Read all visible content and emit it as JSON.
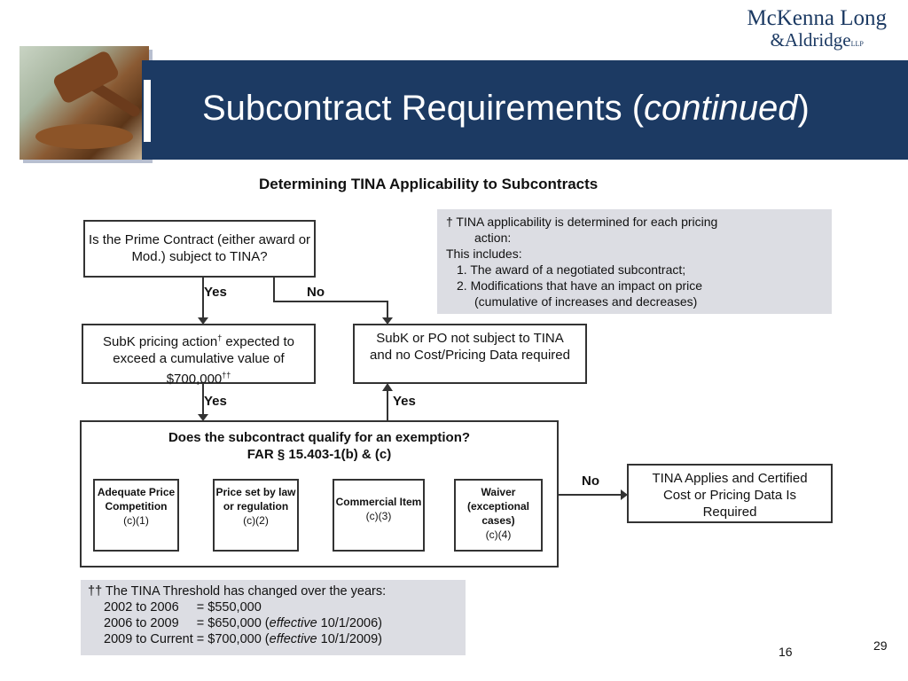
{
  "header": {
    "title_main": "Subcontract Requirements",
    "title_italic": "continued",
    "logo_line1": "McKenna Long",
    "logo_line2": "&Aldridge",
    "logo_llp": "LLP"
  },
  "diagram": {
    "title": "Determining TINA Applicability to Subcontracts",
    "prime_question": "Is the Prime Contract (either award or Mod.) subject to TINA?",
    "subk_pricing": {
      "text1": "SubK pricing action",
      "sup1": "†",
      "text2": " expected to exceed a cumulative value of $700,000",
      "sup2": "††"
    },
    "not_subject": "SubK or PO not subject to TINA and no Cost/Pricing Data required",
    "exemption_question_line1": "Does the subcontract qualify for an exemption?",
    "exemption_question_line2": "FAR § 15.403-1(b) & (c)",
    "exemptions": [
      {
        "title": "Adequate Price Competition",
        "cite": "(c)(1)"
      },
      {
        "title": "Price set by law or regulation",
        "cite": "(c)(2)"
      },
      {
        "title": "Commercial Item",
        "cite": "(c)(3)"
      },
      {
        "title": "Waiver (exceptional cases)",
        "cite": "(c)(4)"
      }
    ],
    "tina_applies": "TINA Applies and Certified Cost or Pricing Data Is Required",
    "labels": {
      "yes1": "Yes",
      "no1": "No",
      "yes2": "Yes",
      "yes3": "Yes",
      "no2": "No"
    },
    "note_top": {
      "line1": "† TINA applicability is determined for each pricing",
      "line1b": "action:",
      "line2": "This includes:",
      "item1": "1.  The award of a negotiated subcontract;",
      "item2": "2.  Modifications that have an impact on price",
      "item2b": "(cumulative of increases and decreases)"
    },
    "note_bottom": {
      "line1": "†† The TINA Threshold has changed over the years:",
      "row1": "2002 to 2006     = $550,000",
      "row2a": "2006 to 2009     = $650,000 (",
      "row2i": "effective",
      "row2b": " 10/1/2006)",
      "row3a": "2009 to Current = $700,000 (",
      "row3i": "effective",
      "row3b": " 10/1/2009)"
    }
  },
  "footer": {
    "page": "16",
    "slide": "29"
  }
}
